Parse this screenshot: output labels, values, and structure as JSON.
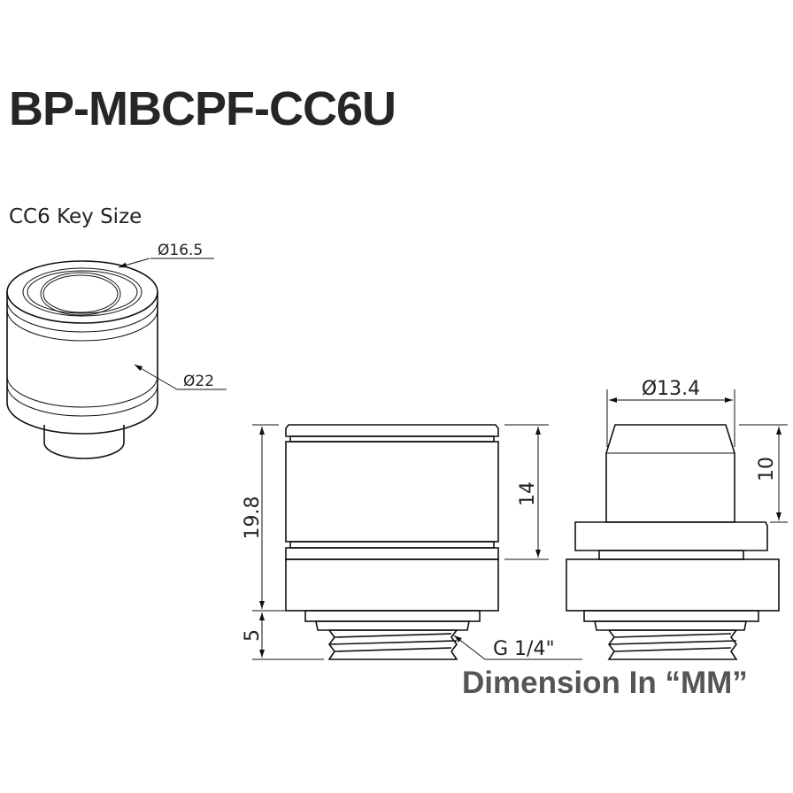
{
  "title": "BP-MBCPF-CC6U",
  "key_size_label": "CC6 Key Size",
  "units_label": "Dimension In “MM”",
  "dimensions": {
    "key_diameter": "Ø16.5",
    "outer_diameter": "Ø22",
    "total_height": "19.8",
    "thread_length": "5",
    "body_height": "14",
    "thread": "G 1/4\"",
    "tip_diameter": "Ø13.4",
    "tip_height": "10"
  }
}
